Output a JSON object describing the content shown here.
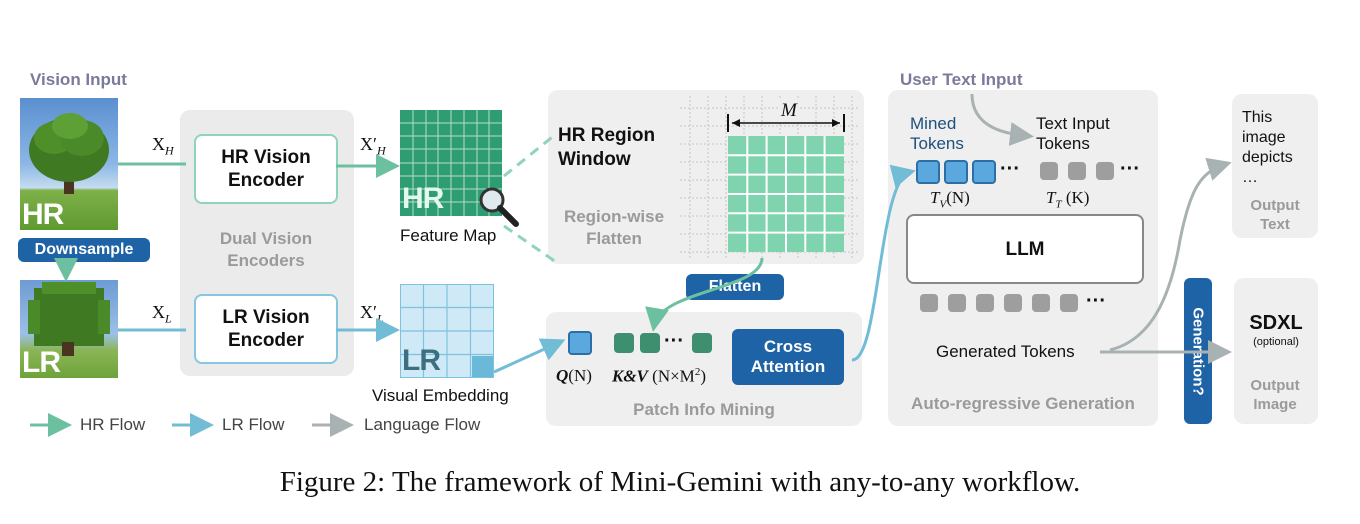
{
  "vision_input": {
    "title": "Vision Input",
    "hr_tag": "HR",
    "lr_tag": "LR",
    "downsample": "Downsample",
    "x_h": "X",
    "x_h_sub": "H",
    "x_l": "X",
    "x_l_sub": "L"
  },
  "encoders": {
    "hr": "HR Vision Encoder",
    "lr": "LR Vision Encoder",
    "group_label": "Dual Vision Encoders",
    "xp_h": "X′",
    "xp_h_sub": "H",
    "xp_l": "X′",
    "xp_l_sub": "L"
  },
  "feature_map": {
    "tag": "HR",
    "caption": "Feature Map"
  },
  "visual_embedding": {
    "tag": "LR",
    "caption": "Visual Embedding"
  },
  "region_window": {
    "title": "HR Region Window",
    "subtitle": "Region-wise Flatten",
    "m": "M"
  },
  "flatten": "Flatten",
  "patch_mining": {
    "q": "Q",
    "q_arg": "(N)",
    "kv": "K&V",
    "kv_arg": "(N×M",
    "kv_sup": "2",
    "kv_close": ")",
    "cross_attention": "Cross Attention",
    "label": "Patch Info Mining"
  },
  "llm_panel": {
    "user_text_input": "User Text Input",
    "mined_tokens": "Mined Tokens",
    "text_input_tokens": "Text Input Tokens",
    "tv": "T",
    "tv_sub": "V",
    "tv_arg": "(N)",
    "tt": "T",
    "tt_sub": "T",
    "tt_arg": "(K)",
    "dots": "···",
    "llm": "LLM",
    "generated_tokens": "Generated Tokens",
    "label": "Auto-regressive Generation"
  },
  "generation_pill": "Generation?",
  "output_text": {
    "text": "This image depicts …",
    "label": "Output Text"
  },
  "output_image": {
    "model": "SDXL",
    "note": "(optional)",
    "label": "Output Image"
  },
  "legend": {
    "hr": "HR Flow",
    "lr": "LR Flow",
    "lang": "Language Flow"
  },
  "caption": "Figure 2: The framework of Mini-Gemini with any-to-any workflow.",
  "colors": {
    "hr_flow": "#6cc0a0",
    "lr_flow": "#72bcd6",
    "lang_flow": "#a8b2b2",
    "pill_blue": "#1e63a6",
    "panel_gray": "#eeeeee"
  }
}
